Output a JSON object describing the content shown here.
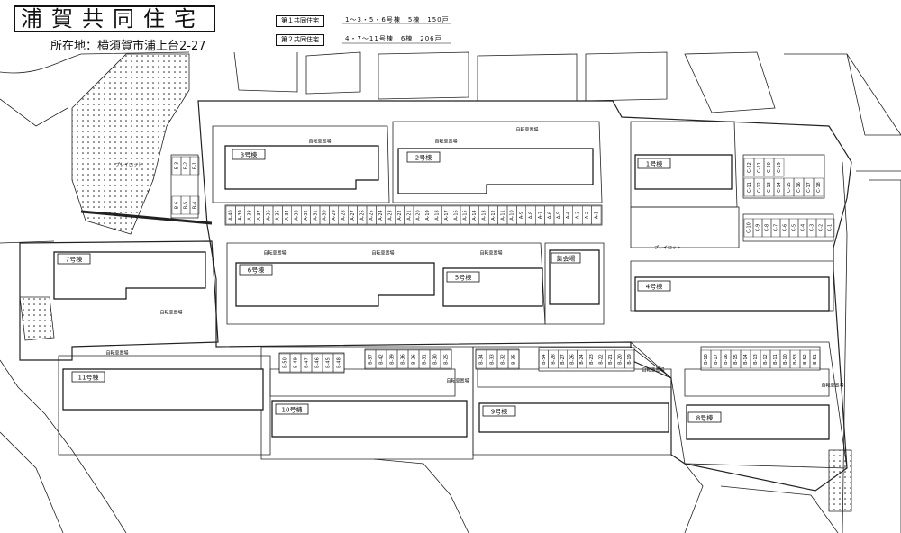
{
  "title": "浦賀共同住宅",
  "address": "所在地：横須賀市浦上台2-27",
  "legend": [
    {
      "label": "第１共同住宅",
      "desc": "1～3・5・6号棟　5棟　150戸"
    },
    {
      "label": "第２共同住宅",
      "desc": "4・7～11号棟　6棟　206戸"
    }
  ],
  "buildings": [
    "1号棟",
    "2号棟",
    "3号棟",
    "4号棟",
    "5号棟",
    "6号棟",
    "7号棟",
    "8号棟",
    "9号棟",
    "10号棟",
    "11号棟"
  ],
  "facility_labels": {
    "meeting_hall": "集会場",
    "bike_shed": "自転車置場",
    "playlot": "プレイロット"
  },
  "parking": {
    "a_row": [
      "A-40",
      "A-39",
      "A-38",
      "A-37",
      "A-36",
      "A-35",
      "A-34",
      "A-33",
      "A-32",
      "A-31",
      "A-30",
      "A-29",
      "A-28",
      "A-27",
      "A-26",
      "A-25",
      "A-24",
      "A-23",
      "A-22",
      "A-21",
      "A-20",
      "A-19",
      "A-18",
      "A-17",
      "A-16",
      "A-15",
      "A-14",
      "A-13",
      "A-12",
      "A-11",
      "A-10",
      "A-9",
      "A-8",
      "A-7",
      "A-6",
      "A-5",
      "A-4",
      "A-3",
      "A-2",
      "A-1"
    ],
    "b_top_left": [
      "B-3",
      "B-2",
      "B-1"
    ],
    "b_mid_left": [
      "B-6",
      "B-5",
      "B-4"
    ],
    "b_row_10": [
      "B-50",
      "B-49",
      "B-47",
      "B-46",
      "B-45",
      "B-48"
    ],
    "b_row_10b": [
      "B-57",
      "B-42",
      "B-39",
      "B-36",
      "B-26",
      "B-31",
      "B-30",
      "B-25"
    ],
    "b_row_9a": [
      "B-34",
      "B-33",
      "B-32",
      "B-35"
    ],
    "b_row_9b": [
      "B-54",
      "B-28",
      "B-27",
      "B-26",
      "B-24",
      "B-23",
      "B-22",
      "B-21",
      "B-20",
      "B-19"
    ],
    "b_row_8": [
      "B-18",
      "B-17",
      "B-16",
      "B-15",
      "B-14",
      "B-13",
      "B-12",
      "B-11",
      "B-10",
      "B-53",
      "B-52",
      "B-51"
    ],
    "c_upper": [
      "C-11",
      "C-12",
      "C-13",
      "C-14",
      "C-15",
      "C-16",
      "C-17",
      "C-18"
    ],
    "c_upper2": [
      "C-22",
      "C-21",
      "C-20",
      "C-19"
    ],
    "c_lower": [
      "C-10",
      "C-9",
      "C-8",
      "C-7",
      "C-6",
      "C-5",
      "C-4",
      "C-3",
      "C-2",
      "C-1"
    ]
  }
}
